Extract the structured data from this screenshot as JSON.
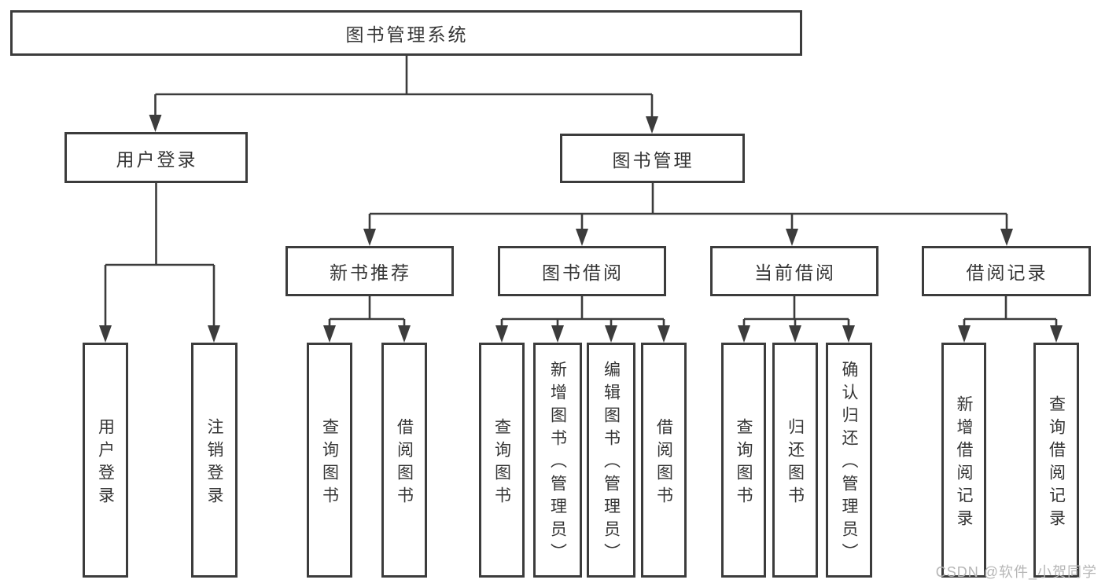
{
  "tree": {
    "root": {
      "label": "图书管理系统"
    },
    "level2": [
      {
        "label": "用户登录",
        "leaves": [
          {
            "label": "用户登录"
          },
          {
            "label": "注销登录"
          }
        ]
      },
      {
        "label": "图书管理",
        "groups": [
          {
            "label": "新书推荐",
            "leaves": [
              {
                "label": "查询图书"
              },
              {
                "label": "借阅图书"
              }
            ]
          },
          {
            "label": "图书借阅",
            "leaves": [
              {
                "label": "查询图书"
              },
              {
                "label": "新增图书（管理员）"
              },
              {
                "label": "编辑图书（管理员）"
              },
              {
                "label": "借阅图书"
              }
            ]
          },
          {
            "label": "当前借阅",
            "leaves": [
              {
                "label": "查询图书"
              },
              {
                "label": "归还图书"
              },
              {
                "label": "确认归还（管理员）"
              }
            ]
          },
          {
            "label": "借阅记录",
            "leaves": [
              {
                "label": "新增借阅记录"
              },
              {
                "label": "查询借阅记录"
              }
            ]
          }
        ]
      }
    ]
  },
  "watermark": "CSDN @软件_小贺同学",
  "colors": {
    "line": "#3c3c3c",
    "box_background": "#ffffff",
    "page_background": "#ffffff",
    "watermark": "#b6b6b6"
  }
}
